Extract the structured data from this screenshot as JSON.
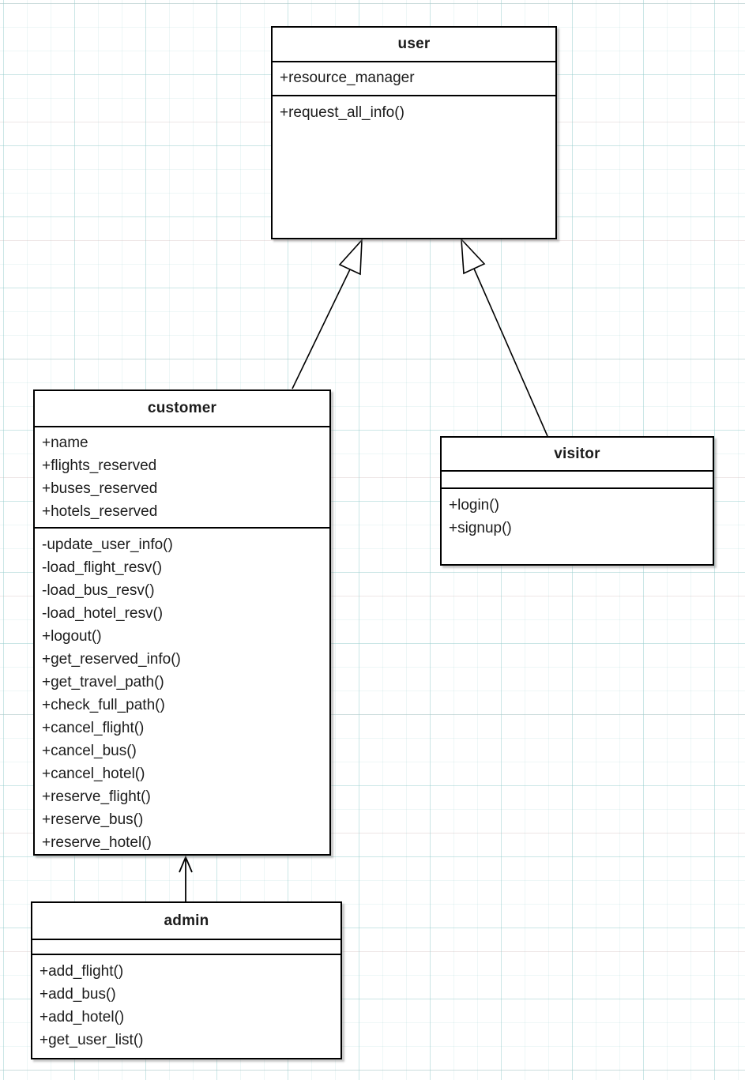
{
  "diagram_type": "uml-class-diagram",
  "classes": [
    {
      "name": "user",
      "attributes": [
        "+resource_manager"
      ],
      "methods": [
        "+request_all_info()"
      ]
    },
    {
      "name": "customer",
      "attributes": [
        "+name",
        "+flights_reserved",
        "+buses_reserved",
        "+hotels_reserved"
      ],
      "methods": [
        "-update_user_info()",
        "-load_flight_resv()",
        "-load_bus_resv()",
        "-load_hotel_resv()",
        "+logout()",
        "+get_reserved_info()",
        "+get_travel_path()",
        "+check_full_path()",
        "+cancel_flight()",
        "+cancel_bus()",
        "+cancel_hotel()",
        "+reserve_flight()",
        "+reserve_bus()",
        "+reserve_hotel()"
      ]
    },
    {
      "name": "visitor",
      "attributes": [],
      "methods": [
        "+login()",
        "+signup()"
      ]
    },
    {
      "name": "admin",
      "attributes": [],
      "methods": [
        "+add_flight()",
        "+add_bus()",
        "+add_hotel()",
        "+get_user_list()"
      ]
    }
  ],
  "relationships": [
    {
      "from": "customer",
      "to": "user",
      "type": "generalization"
    },
    {
      "from": "visitor",
      "to": "user",
      "type": "generalization"
    },
    {
      "from": "admin",
      "to": "customer",
      "type": "generalization"
    }
  ],
  "colors": {
    "background": "#ffffff",
    "box_fill": "#ffffff",
    "box_border": "#000000",
    "text": "#1c1c1c",
    "grid_line": "#cde6e6",
    "shadow": "#828282"
  }
}
